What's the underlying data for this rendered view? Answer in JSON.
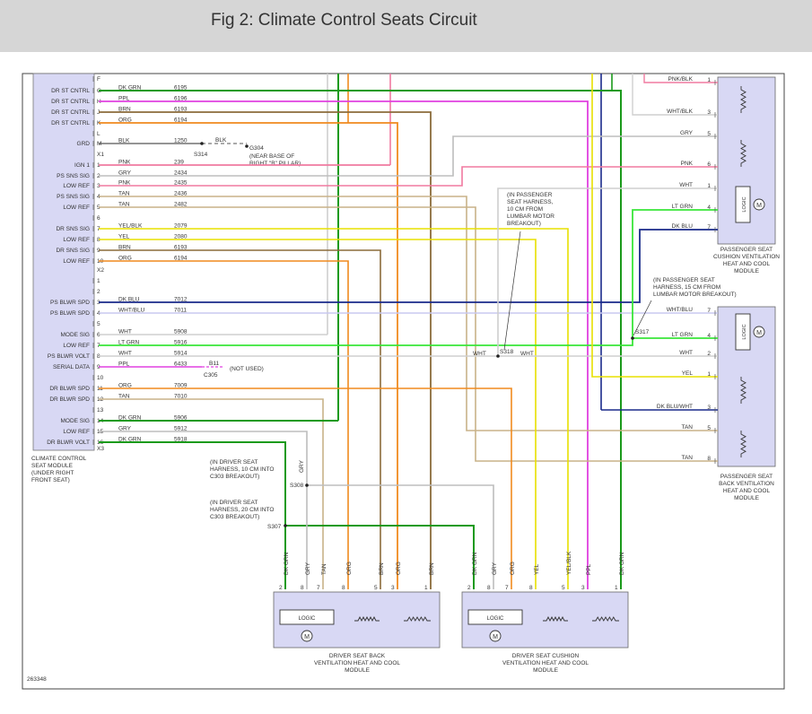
{
  "title": "Fig 2: Climate Control Seats Circuit",
  "figure_number": "263348",
  "colors": {
    "dk_grn": "#1a9a1a",
    "ppl": "#e040e0",
    "brn": "#8b6b3a",
    "orn": "#f08a1e",
    "blk": "#555555",
    "pnk": "#f07aa0",
    "gry": "#bdbdbd",
    "tan": "#c8b288",
    "yel": "#e8e000",
    "dk_blu": "#1a2a8a",
    "wht_blu": "#c8c8f0",
    "wht": "#cfcfcf",
    "lt_grn": "#39e639",
    "module_fill": "#d8d8f4",
    "frame": "#444444"
  },
  "ccm": {
    "label_lines": [
      "CLIMATE CONTROL",
      "SEAT MODULE",
      "(UNDER RIGHT",
      "FRONT SEAT)"
    ],
    "x1_rows": [
      {
        "name": "",
        "pin": "F",
        "color": "",
        "circuit": "",
        "wire": ""
      },
      {
        "name": "DR ST CNTRL",
        "pin": "G",
        "color": "DK GRN",
        "circuit": "6195",
        "wire": "dk_grn"
      },
      {
        "name": "DR ST CNTRL",
        "pin": "H",
        "color": "PPL",
        "circuit": "6196",
        "wire": "ppl"
      },
      {
        "name": "DR ST CNTRL",
        "pin": "J",
        "color": "BRN",
        "circuit": "6193",
        "wire": "brn"
      },
      {
        "name": "DR ST CNTRL",
        "pin": "K",
        "color": "ORG",
        "circuit": "6194",
        "wire": "orn"
      },
      {
        "name": "",
        "pin": "L",
        "color": "",
        "circuit": "",
        "wire": ""
      },
      {
        "name": "GRD",
        "pin": "M",
        "color": "BLK",
        "circuit": "1250",
        "wire": "blk"
      }
    ],
    "x1_label": "X1",
    "x2_rows": [
      {
        "name": "IGN 1",
        "pin": "1",
        "color": "PNK",
        "circuit": "239",
        "wire": "pnk"
      },
      {
        "name": "PS SNS SIG",
        "pin": "2",
        "color": "GRY",
        "circuit": "2434",
        "wire": "gry"
      },
      {
        "name": "LOW REF",
        "pin": "3",
        "color": "PNK",
        "circuit": "2435",
        "wire": "pnk"
      },
      {
        "name": "PS SNS SIG",
        "pin": "4",
        "color": "TAN",
        "circuit": "2436",
        "wire": "tan"
      },
      {
        "name": "LOW REF",
        "pin": "5",
        "color": "TAN",
        "circuit": "2482",
        "wire": "tan"
      },
      {
        "name": "",
        "pin": "6",
        "color": "",
        "circuit": "",
        "wire": ""
      },
      {
        "name": "DR SNS SIG",
        "pin": "7",
        "color": "YEL/BLK",
        "circuit": "2079",
        "wire": "yel"
      },
      {
        "name": "LOW REF",
        "pin": "8",
        "color": "YEL",
        "circuit": "2080",
        "wire": "yel"
      },
      {
        "name": "DR SNS SIG",
        "pin": "9",
        "color": "BRN",
        "circuit": "6193",
        "wire": "brn"
      },
      {
        "name": "LOW REF",
        "pin": "10",
        "color": "ORG",
        "circuit": "6194",
        "wire": "orn"
      }
    ],
    "x2_label": "X2",
    "x3_rows": [
      {
        "name": "",
        "pin": "1",
        "color": "",
        "circuit": "",
        "wire": ""
      },
      {
        "name": "",
        "pin": "2",
        "color": "",
        "circuit": "",
        "wire": ""
      },
      {
        "name": "PS BLWR SPD",
        "pin": "3",
        "color": "DK BLU",
        "circuit": "7012",
        "wire": "dk_blu"
      },
      {
        "name": "PS BLWR SPD",
        "pin": "4",
        "color": "WHT/BLU",
        "circuit": "7011",
        "wire": "wht_blu"
      },
      {
        "name": "",
        "pin": "5",
        "color": "",
        "circuit": "",
        "wire": ""
      },
      {
        "name": "MODE SIG",
        "pin": "6",
        "color": "WHT",
        "circuit": "5908",
        "wire": "wht"
      },
      {
        "name": "LOW REF",
        "pin": "7",
        "color": "LT GRN",
        "circuit": "5916",
        "wire": "lt_grn"
      },
      {
        "name": "PS BLWR VOLT",
        "pin": "8",
        "color": "WHT",
        "circuit": "5914",
        "wire": "wht"
      },
      {
        "name": "SERIAL DATA",
        "pin": "9",
        "color": "PPL",
        "circuit": "6433",
        "wire": "ppl"
      },
      {
        "name": "",
        "pin": "10",
        "color": "",
        "circuit": "",
        "wire": ""
      },
      {
        "name": "DR BLWR SPD",
        "pin": "11",
        "color": "ORG",
        "circuit": "7009",
        "wire": "orn"
      },
      {
        "name": "DR BLWR SPD",
        "pin": "12",
        "color": "TAN",
        "circuit": "7010",
        "wire": "tan"
      },
      {
        "name": "",
        "pin": "13",
        "color": "",
        "circuit": "",
        "wire": ""
      },
      {
        "name": "MODE SIG",
        "pin": "14",
        "color": "DK GRN",
        "circuit": "5906",
        "wire": "dk_grn"
      },
      {
        "name": "LOW REF",
        "pin": "15",
        "color": "GRY",
        "circuit": "5912",
        "wire": "gry"
      },
      {
        "name": "DR BLWR VOLT",
        "pin": "16",
        "color": "DK GRN",
        "circuit": "5918",
        "wire": "dk_grn"
      }
    ],
    "x3_label": "X3"
  },
  "ground": {
    "splice": "S314",
    "color": "BLK",
    "ground_id": "G304",
    "note_lines": [
      "(NEAR BASE OF",
      "RIGHT \"B\" PILLAR)"
    ]
  },
  "serial": {
    "pin": "B11",
    "connector": "C305",
    "note": "(NOT USED)"
  },
  "splices": {
    "s318": {
      "id": "S318",
      "left_color": "WHT",
      "right_color": "WHT",
      "note_lines": [
        "(IN PASSENGER",
        "SEAT HARNESS,",
        "10 CM FROM",
        "LUMBAR MOTOR",
        "BREAKOUT)"
      ]
    },
    "s317": {
      "id": "S317",
      "note_lines": [
        "(IN PASSENGER SEAT",
        "HARNESS, 15 CM FROM",
        "LUMBAR MOTOR BREAKOUT)"
      ]
    },
    "s308": {
      "id": "S308",
      "color": "GRY",
      "note_lines": [
        "(IN DRIVER SEAT",
        "HARNESS, 10 CM INTO",
        "C303 BREAKOUT)"
      ]
    },
    "s307": {
      "id": "S307",
      "note_lines": [
        "(IN DRIVER SEAT",
        "HARNESS, 20 CM INTO",
        "C303 BREAKOUT)"
      ]
    }
  },
  "ps_cushion": {
    "label_lines": [
      "PASSENGER SEAT",
      "CUSHION VENTILATION",
      "HEAT AND COOL",
      "MODULE"
    ],
    "logic": "LOGIC",
    "pins": [
      {
        "color": "PNK/BLK",
        "pin": "1"
      },
      {
        "color": "WHT/BLK",
        "pin": "3"
      },
      {
        "color": "GRY",
        "pin": "5"
      },
      {
        "color": "PNK",
        "pin": "6"
      },
      {
        "color": "WHT",
        "pin": "1"
      },
      {
        "color": "LT GRN",
        "pin": "4"
      },
      {
        "color": "DK BLU",
        "pin": "7"
      }
    ]
  },
  "ps_back": {
    "label_lines": [
      "PASSENGER SEAT",
      "BACK VENTILATION",
      "HEAT AND COOL",
      "MODULE"
    ],
    "logic": "LOGIC",
    "pins": [
      {
        "color": "WHT/BLU",
        "pin": "7"
      },
      {
        "color": "LT GRN",
        "pin": "4"
      },
      {
        "color": "WHT",
        "pin": "2"
      },
      {
        "color": "YEL",
        "pin": "1"
      },
      {
        "color": "DK BLU/WHT",
        "pin": "3"
      },
      {
        "color": "TAN",
        "pin": "5"
      },
      {
        "color": "TAN",
        "pin": "8"
      }
    ]
  },
  "dr_back": {
    "label_lines": [
      "DRIVER SEAT BACK",
      "VENTILATION HEAT AND COOL",
      "MODULE"
    ],
    "logic": "LOGIC",
    "pins": [
      {
        "color": "DK GRN",
        "pin": "2"
      },
      {
        "color": "GRY",
        "pin": "8"
      },
      {
        "color": "TAN",
        "pin": "7"
      },
      {
        "color": "ORG",
        "pin": "8"
      },
      {
        "color": "BRN",
        "pin": "5"
      },
      {
        "color": "ORG",
        "pin": "3"
      },
      {
        "color": "BRN",
        "pin": "1"
      }
    ]
  },
  "dr_cushion": {
    "label_lines": [
      "DRIVER SEAT CUSHION",
      "VENTILATION HEAT AND COOL",
      "MODULE"
    ],
    "logic": "LOGIC",
    "pins": [
      {
        "color": "DK GRN",
        "pin": "2"
      },
      {
        "color": "GRY",
        "pin": "8"
      },
      {
        "color": "ORG",
        "pin": "7"
      },
      {
        "color": "YEL",
        "pin": "8"
      },
      {
        "color": "YEL/BLK",
        "pin": "5"
      },
      {
        "color": "PPL",
        "pin": "3"
      },
      {
        "color": "DK GRN",
        "pin": "1"
      }
    ]
  }
}
